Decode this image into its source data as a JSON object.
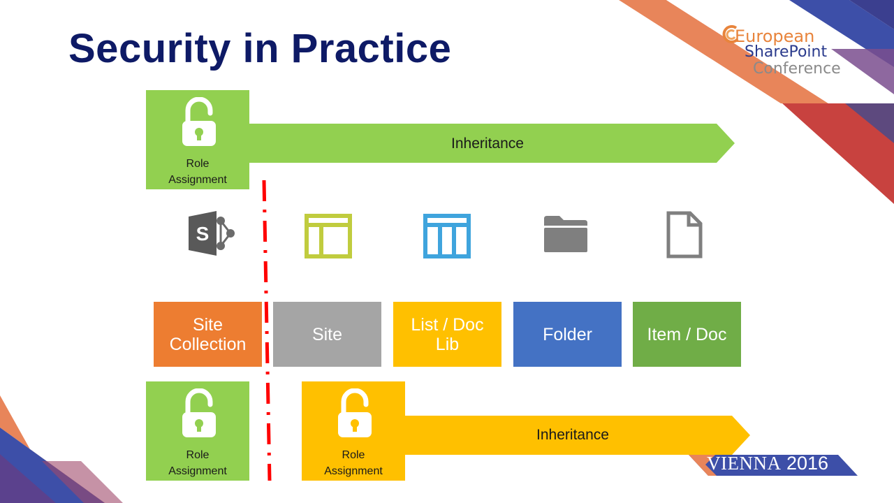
{
  "slide": {
    "title": "Security in Practice"
  },
  "top_row": {
    "role_label": "Role\nAssignment",
    "arrow_label": "Inheritance"
  },
  "bottom_row": {
    "left_role_label": "Role\nAssignment",
    "right_role_label": "Role\nAssignment",
    "arrow_label": "Inheritance"
  },
  "levels": [
    {
      "label": "Site\nCollection",
      "color": "#ed7d31",
      "icon": "sharepoint-icon"
    },
    {
      "label": "Site",
      "color": "#a5a5a5",
      "icon": "site-layout-icon"
    },
    {
      "label": "List / Doc\nLib",
      "color": "#ffc000",
      "icon": "list-columns-icon"
    },
    {
      "label": "Folder",
      "color": "#4472c4",
      "icon": "folder-icon"
    },
    {
      "label": "Item / Doc",
      "color": "#70ad47",
      "icon": "document-icon"
    }
  ],
  "colors": {
    "title": "#0e1a66",
    "green_box": "#92d050",
    "yellow_box": "#ffc000",
    "break_line": "#ff0000",
    "icon_gray": "#7f7f7f",
    "icon_lime": "#c0cc3e",
    "icon_blue": "#3fa4dd"
  },
  "logo": {
    "line1": "European",
    "line2": "SharePoint",
    "line3": "Conference",
    "city": "VIENNA",
    "year": "2016"
  }
}
